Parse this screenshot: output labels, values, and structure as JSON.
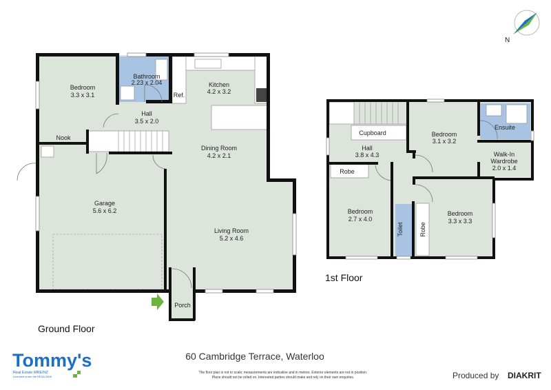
{
  "ground_floor": {
    "label": "Ground Floor",
    "rooms": [
      {
        "name": "Bedroom",
        "size": "3.3 x 3.1"
      },
      {
        "name": "Bathroom",
        "size": "2.23 x 2.04"
      },
      {
        "name": "Kitchen",
        "size": "4.2 x 3.2"
      },
      {
        "name": "Hall",
        "size": "3.5 x 2.0"
      },
      {
        "name": "Dining Room",
        "size": "4.2 x 2.1"
      },
      {
        "name": "Garage",
        "size": "5.6 x 6.2"
      },
      {
        "name": "Living Room",
        "size": "5.2 x 4.6"
      }
    ],
    "labels": {
      "nook": "Nook",
      "ref": "Ref.",
      "porch": "Porch"
    }
  },
  "first_floor": {
    "label": "1st Floor",
    "rooms": [
      {
        "name": "Hall",
        "size": "3.8 x 4.3"
      },
      {
        "name": "Bedroom",
        "size": "3.1 x 3.2"
      },
      {
        "name": "Walk-In",
        "name2": "Wardrobe",
        "size": "2.0 x 1.4"
      },
      {
        "name": "Bedroom",
        "size": "2.7 x 4.0"
      },
      {
        "name": "Bedroom",
        "size": "3.3 x 3.3"
      }
    ],
    "labels": {
      "cupboard": "Cupboard",
      "ensuite": "Ensuite",
      "robe1": "Robe",
      "robe2": "Robe",
      "toilet": "Toilet"
    }
  },
  "compass": {
    "north_label": "N"
  },
  "address": "60 Cambridge Terrace, Waterloo",
  "disclaimer": [
    "The floor plan is not to scale; measurements are indicative and in metres. Exterior elements are not in position.",
    "Plans should not be relied on. Interested parties should make and rely on their own enquiries."
  ],
  "logo": {
    "name": "Tommy's",
    "line1": "Real Estate MREINZ",
    "line2": "Licensed under the REAA 2008"
  },
  "credit": {
    "prefix": "Produced by",
    "brand": "DIAKRIT"
  },
  "colors": {
    "room": "#dde4dc",
    "wet_area": "#a9c3e3",
    "wall": "#111111",
    "logo_blue": "#1c6fc4",
    "logo_green": "#6db33f",
    "entry_arrow": "#6db33f"
  }
}
